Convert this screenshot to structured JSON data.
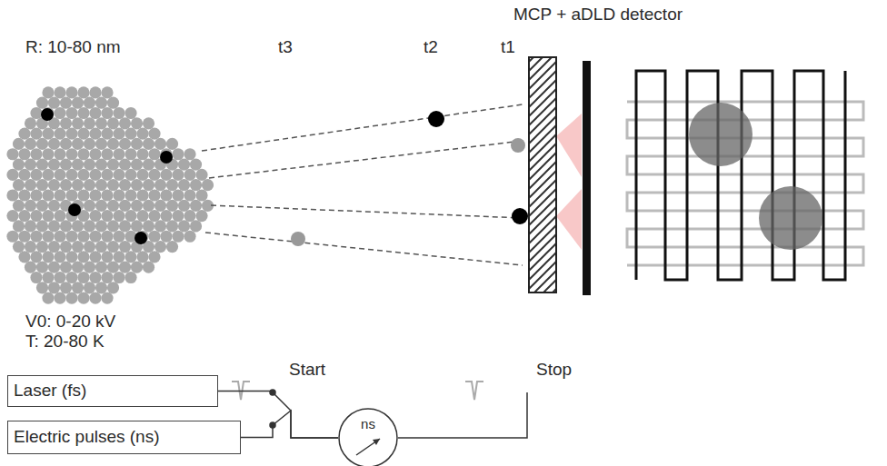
{
  "diagram": {
    "nodes": [
      {
        "text": [
          "Laser (fs)"
        ]
      },
      {
        "text": [
          "Electric pulses (ns)"
        ]
      },
      {
        "text": [
          "ns"
        ]
      }
    ],
    "edges": [
      {
        "from": 0,
        "to": 2,
        "arrow": "none"
      },
      {
        "from": 1,
        "to": 2,
        "arrow": "none"
      }
    ],
    "labels": [
      "MCP + aDLD detector",
      "R: 10-80 nm",
      "t3",
      "t2",
      "t1",
      "V0: 0-20 kV",
      "T: 20-80 K",
      "Start",
      "Stop"
    ]
  }
}
